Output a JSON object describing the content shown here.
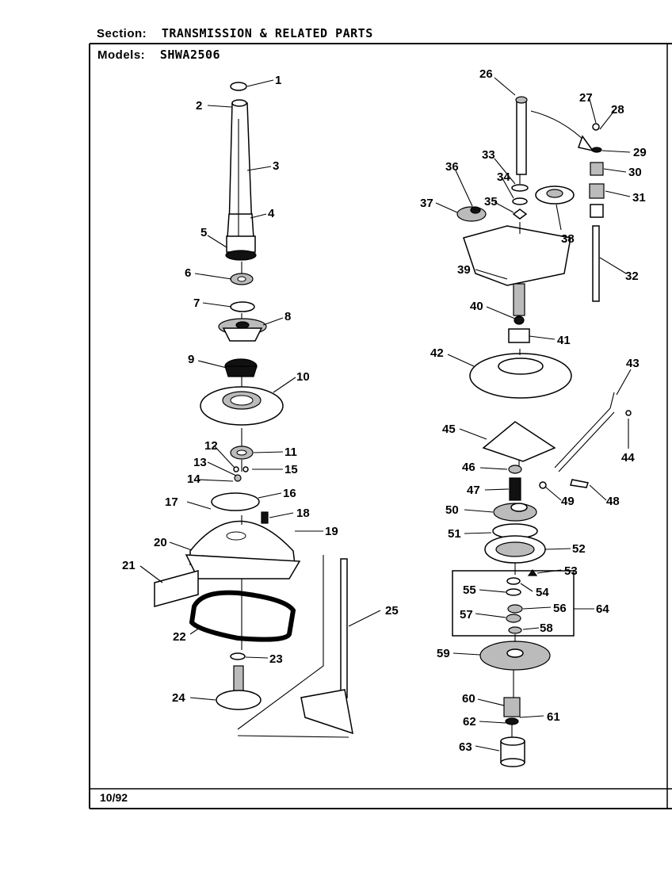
{
  "header": {
    "section_label": "Section:",
    "section_value": "TRANSMISSION & RELATED PARTS",
    "models_label": "Models:",
    "models_value": "SHWA2506"
  },
  "footer": {
    "date": "10/92"
  },
  "callouts": [
    "1",
    "2",
    "3",
    "4",
    "5",
    "6",
    "7",
    "8",
    "9",
    "10",
    "11",
    "12",
    "13",
    "14",
    "15",
    "16",
    "17",
    "18",
    "19",
    "20",
    "21",
    "22",
    "23",
    "24",
    "25",
    "26",
    "27",
    "28",
    "29",
    "30",
    "31",
    "32",
    "33",
    "34",
    "35",
    "36",
    "37",
    "38",
    "39",
    "40",
    "41",
    "42",
    "43",
    "44",
    "45",
    "46",
    "47",
    "48",
    "49",
    "50",
    "51",
    "52",
    "53",
    "54",
    "55",
    "56",
    "57",
    "58",
    "59",
    "60",
    "61",
    "62",
    "63",
    "64"
  ]
}
